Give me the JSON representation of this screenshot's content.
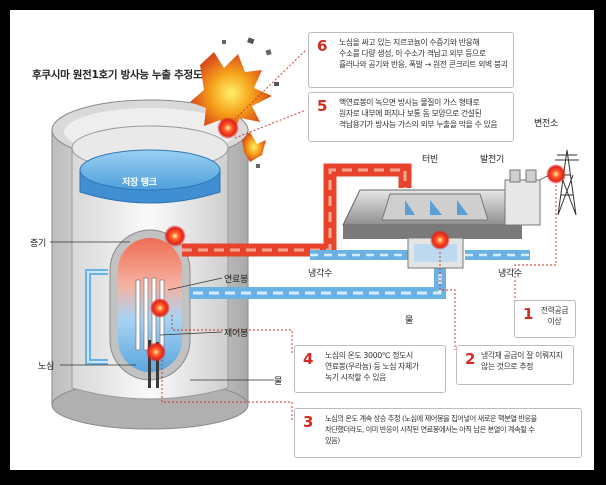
{
  "title": "후쿠시마 원전1호기 방사능 누출 추정도",
  "labels": {
    "storage_tank": "저장 탱크",
    "steam": "증기",
    "fuel_rod": "연료봉",
    "control_rod": "제어봉",
    "core": "노심",
    "water_left": "물",
    "water_mid": "물",
    "coolant_left": "냉각수",
    "coolant_right": "냉각수",
    "turbine": "터빈",
    "generator": "발전기",
    "substation": "변전소"
  },
  "notes": [
    {
      "num": "1",
      "lines": [
        "전력공급",
        "이상"
      ]
    },
    {
      "num": "2",
      "lines": [
        "냉각재 공급이 잘 이뤄지지",
        "않는 것으로 추정"
      ]
    },
    {
      "num": "3",
      "lines": [
        "노심의 온도 계속 상승 추정 (노심에 제어봉을 집어넣어 새로운 핵분열 반응을",
        "차단했더라도, 이미 반응이 시작된 연료봉에서는 아직 남은 분열이 계속될 수",
        "있음)"
      ]
    },
    {
      "num": "4",
      "lines": [
        "노심의 온도 3000℃ 정도시",
        "연료봉(우라늄) 등 노심 자체가",
        "녹기 시작할 수 있음"
      ]
    },
    {
      "num": "5",
      "lines": [
        "핵연료봉이 녹으면 방사능 물질이 가스 형태로",
        "원자로 내부에 퍼지나 보통 돔 모양으로 건설된",
        "격납용기가 방사능 가스의 외부 누출을 막을 수 있음"
      ]
    },
    {
      "num": "6",
      "lines": [
        "노심을 싸고 있는 지르코늄이 수증기와 반응해",
        "수소를 다량 생성, 이 수소가 격납고 외부 등으로",
        "흘러나와 공기와 반응, 폭발 → 원전 콘크리트 외벽 붕괴"
      ]
    }
  ],
  "colors": {
    "hot_pipe": "#e8432b",
    "cold_pipe": "#6ab1e4",
    "note_number": "#d42a1f",
    "explosion": "#f08a1c"
  }
}
